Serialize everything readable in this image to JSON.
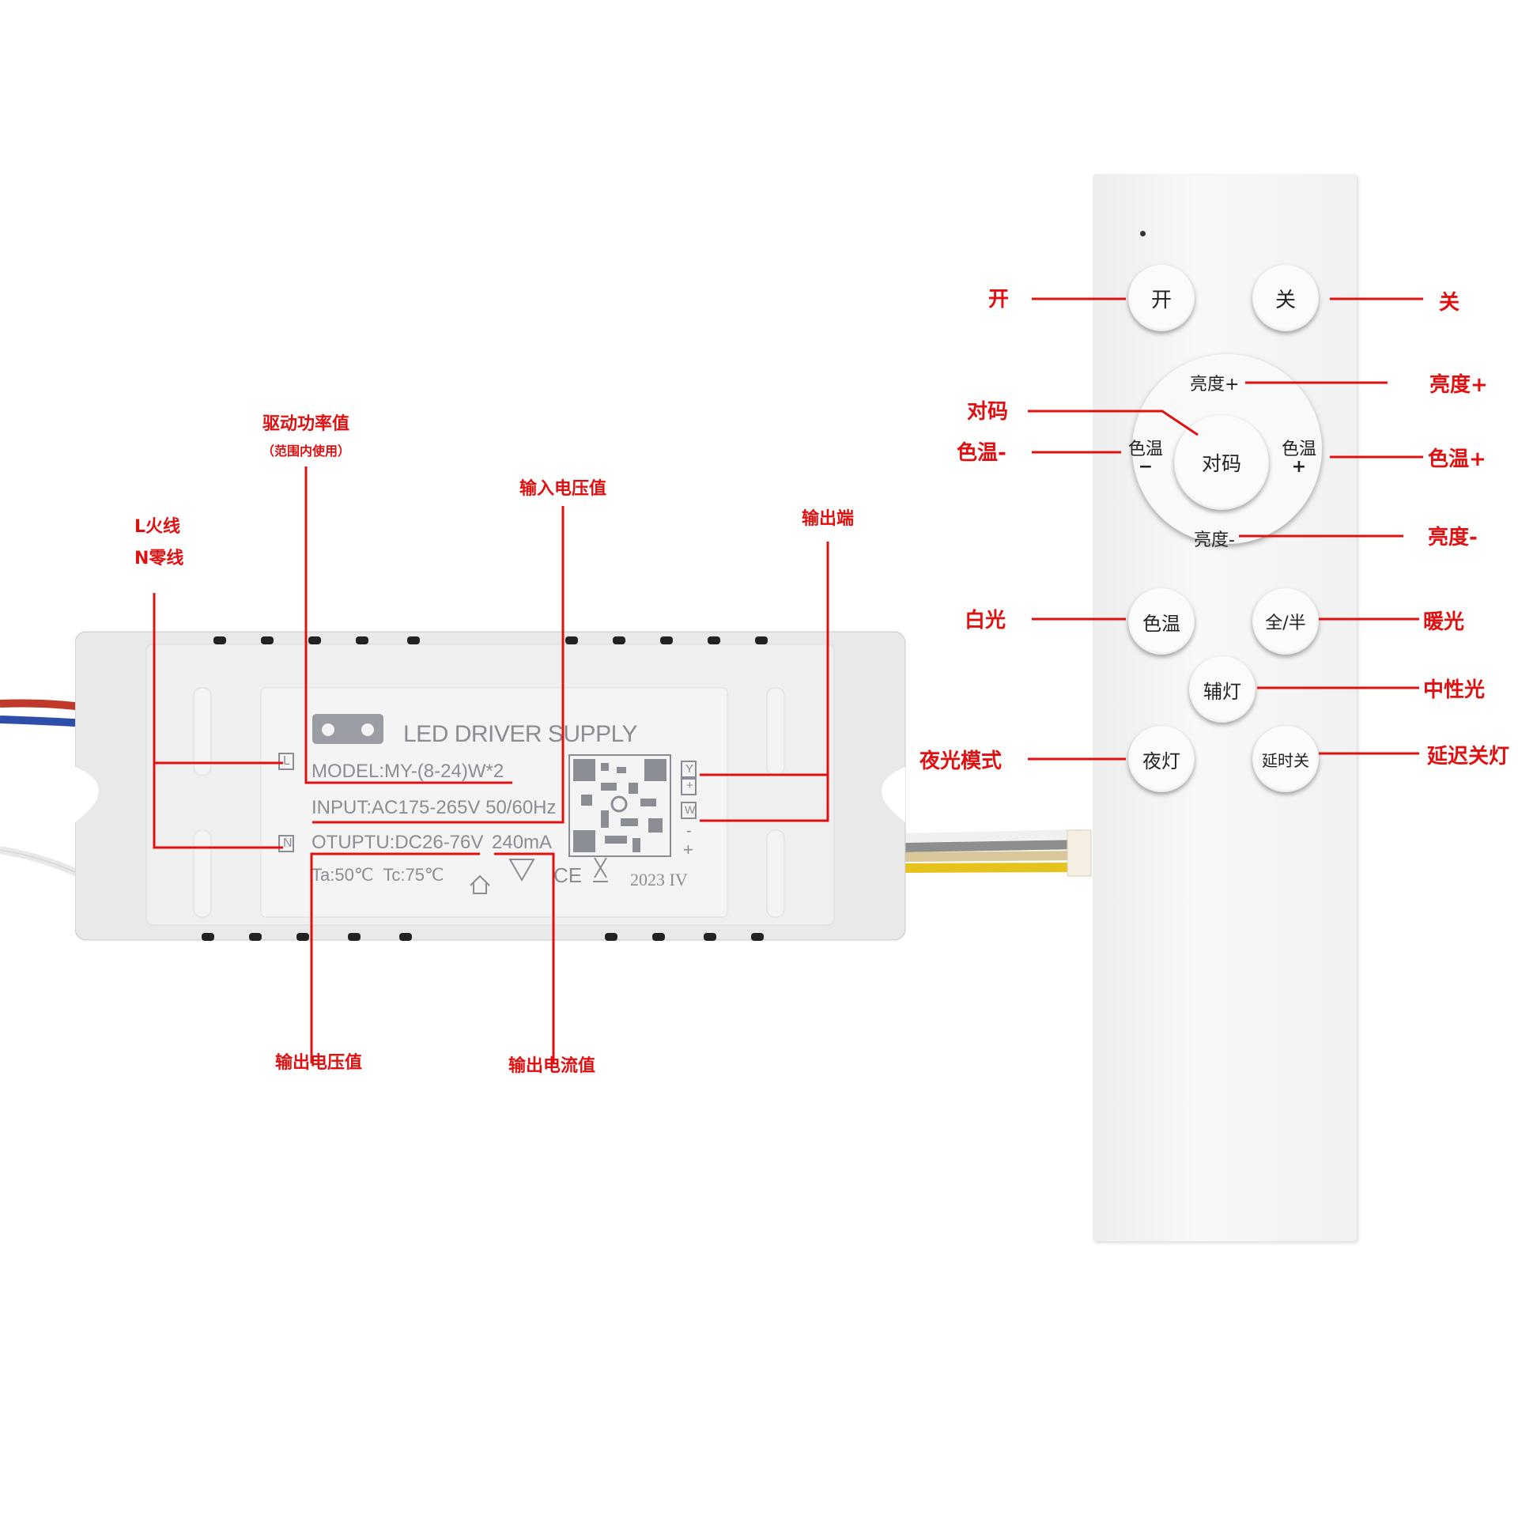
{
  "colors": {
    "annotation": "#e01010",
    "housing": "#ececec",
    "remote": "#f3f3f3",
    "print": "#8a8d93"
  },
  "driver": {
    "brand": "LED DRIVER SUPPLY",
    "model": "MODEL:MY-(8-24)W*2",
    "input": "INPUT:AC175-265V 50/60Hz",
    "output_voltage": "OTUPTU:DC26-76V",
    "output_current": "240mA",
    "temps": "Ta:50℃  Tc:75℃",
    "ce": "CE",
    "date": "2023 IV",
    "terminal_l": "L",
    "terminal_n": "N",
    "terminal_y": "Y",
    "terminal_plus": "+",
    "terminal_w": "W",
    "terminal_minus": "-",
    "terminal_plus2": "+"
  },
  "driver_labels": {
    "power": "驱动功率值",
    "power_note": "（范围内使用）",
    "input_voltage": "输入电压值",
    "live": "L火线",
    "neutral": "N零线",
    "output_terminal": "输出端",
    "output_voltage": "输出电压值",
    "output_current": "输出电流值"
  },
  "remote": {
    "on": "开",
    "off": "关",
    "bright_up": "亮度+",
    "pair": "对码",
    "ct_minus_1": "色温",
    "ct_minus_2": "−",
    "ct_plus_1": "色温",
    "ct_plus_2": "+",
    "bright_down": "亮度-",
    "ct": "色温",
    "full_half": "全/半",
    "aux": "辅灯",
    "night": "夜灯",
    "delay_off": "延时关"
  },
  "remote_labels": {
    "on": "开",
    "off": "关",
    "bright_up": "亮度+",
    "pair": "对码",
    "ct_minus": "色温-",
    "ct_plus": "色温+",
    "bright_down": "亮度-",
    "white": "白光",
    "warm": "暖光",
    "neutral": "中性光",
    "night_mode": "夜光模式",
    "delay": "延迟关灯"
  }
}
